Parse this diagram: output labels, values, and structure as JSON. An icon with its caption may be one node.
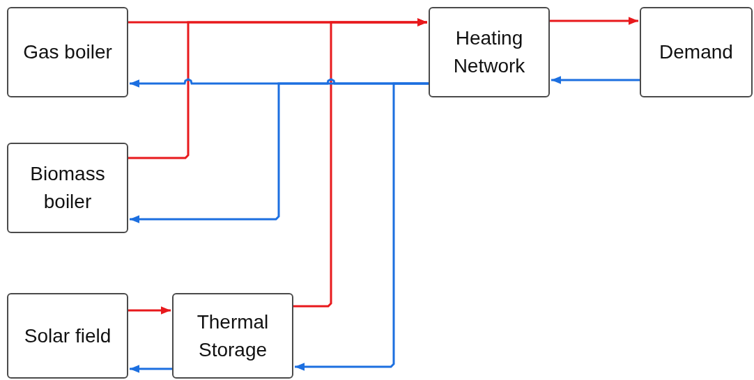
{
  "diagram": {
    "nodes": [
      {
        "text": [
          "Gas boiler"
        ]
      },
      {
        "text": [
          "Heating Network"
        ]
      },
      {
        "text": [
          "Demand"
        ]
      },
      {
        "text": [
          "Biomass boiler"
        ]
      },
      {
        "text": [
          "Solar field"
        ]
      },
      {
        "text": [
          "Thermal Storage"
        ]
      }
    ],
    "edges": [
      {
        "from": 0,
        "to": 1,
        "arrow": "to",
        "color": "#e8191c"
      },
      {
        "from": 3,
        "to": 1,
        "arrow": "to",
        "color": "#e8191c"
      },
      {
        "from": 5,
        "to": 1,
        "arrow": "to",
        "color": "#e8191c"
      },
      {
        "from": 1,
        "to": 2,
        "arrow": "to",
        "color": "#e8191c"
      },
      {
        "from": 2,
        "to": 1,
        "arrow": "to",
        "color": "#1c6fe0"
      },
      {
        "from": 1,
        "to": 0,
        "arrow": "to",
        "color": "#1c6fe0"
      },
      {
        "from": 1,
        "to": 3,
        "arrow": "to",
        "color": "#1c6fe0"
      },
      {
        "from": 1,
        "to": 5,
        "arrow": "to",
        "color": "#1c6fe0"
      },
      {
        "from": 4,
        "to": 5,
        "arrow": "to",
        "color": "#e8191c"
      },
      {
        "from": 5,
        "to": 4,
        "arrow": "to",
        "color": "#1c6fe0"
      }
    ]
  }
}
